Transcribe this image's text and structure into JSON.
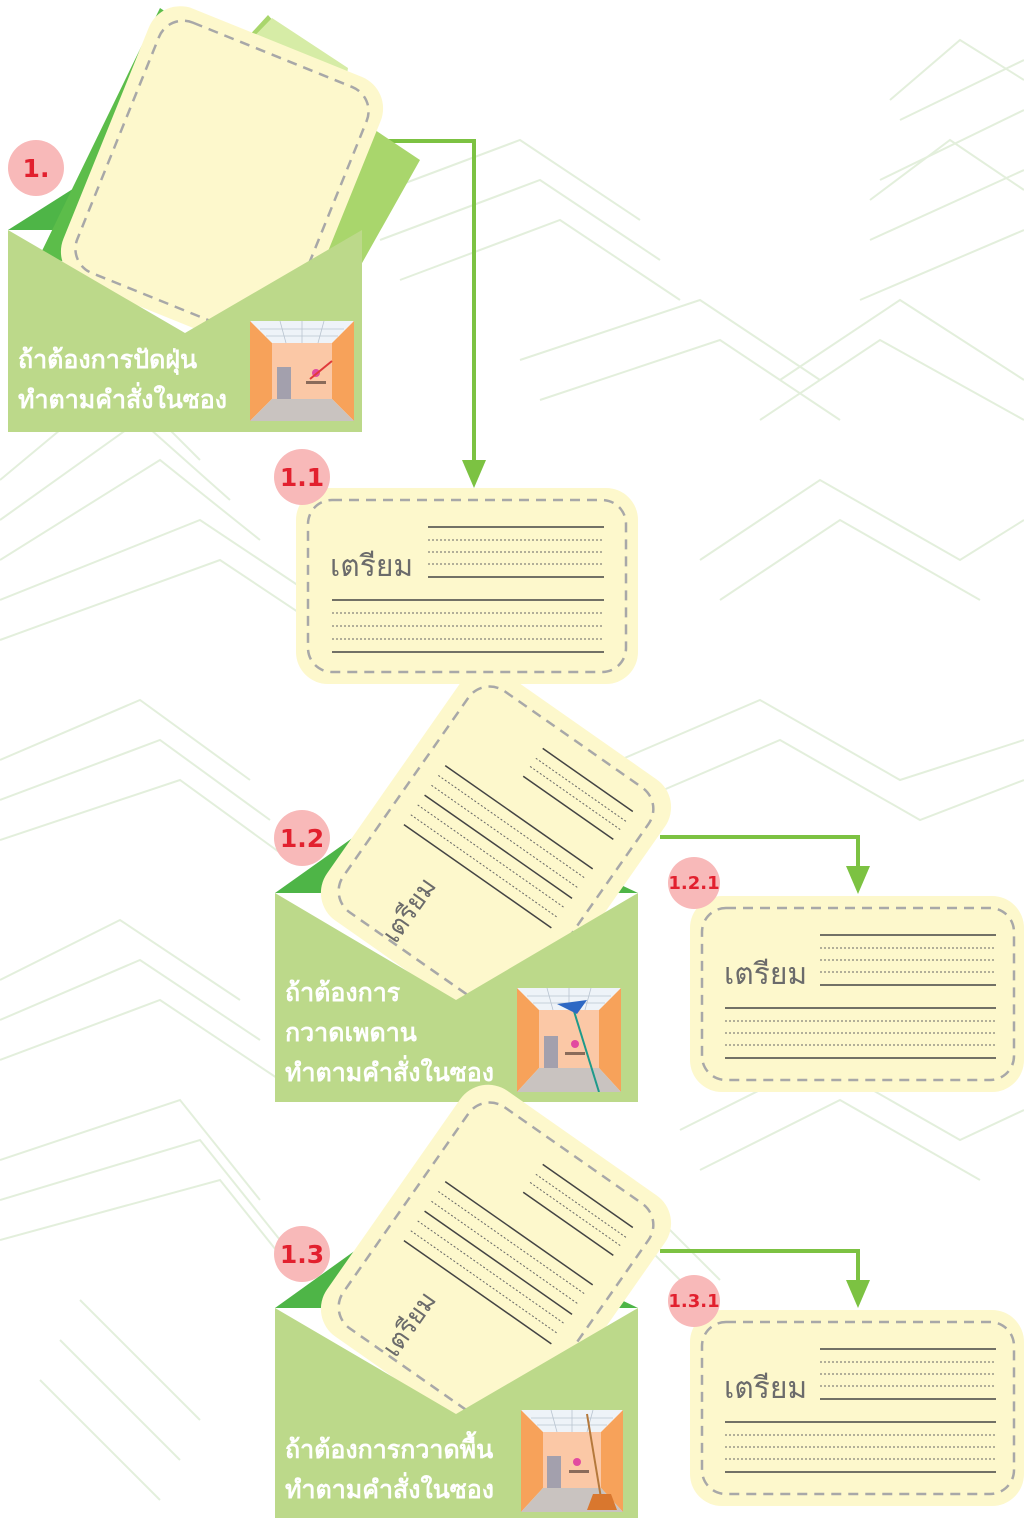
{
  "colors": {
    "envelope_front": "#bcd98a",
    "envelope_flap": "#4eb547",
    "card_fill": "#fdf8cc",
    "card_border": "#a8a8a8",
    "arrow": "#7cc242",
    "badge_fill": "#f8b9b9",
    "badge_text": "#e2202e"
  },
  "steps": {
    "s1": {
      "badge": "1.",
      "line1": "ถ้าต้องการปัดฝุ่น",
      "line2": "ทำตามคำสั่งในซอง",
      "icon": "room-dusting-icon"
    },
    "s1_1": {
      "badge": "1.1",
      "card_label": "เตรียม"
    },
    "s1_2": {
      "badge": "1.2",
      "line1": "ถ้าต้องการ",
      "line2": "กวาดเพดาน",
      "line3": "ทำตามคำสั่งในซอง",
      "card_label": "เตรียม",
      "icon": "room-ceiling-sweep-icon"
    },
    "s1_2_1": {
      "badge": "1.2.1",
      "card_label": "เตรียม"
    },
    "s1_3": {
      "badge": "1.3",
      "line1": "ถ้าต้องการกวาดพื้น",
      "line2": "ทำตามคำสั่งในซอง",
      "card_label": "เตรียม",
      "icon": "room-floor-sweep-icon"
    },
    "s1_3_1": {
      "badge": "1.3.1",
      "card_label": "เตรียม"
    }
  }
}
